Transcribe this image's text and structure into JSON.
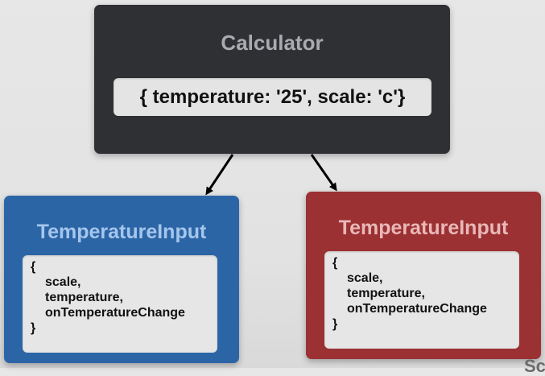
{
  "calculator": {
    "title": "Calculator",
    "state": "{ temperature: '25', scale: 'c'}"
  },
  "temperature_input_left": {
    "title": "TemperatureInput",
    "props_open": "{",
    "props": [
      "scale,",
      "temperature,",
      "onTemperatureChange"
    ],
    "props_close": "}",
    "color": "#2c65a6"
  },
  "temperature_input_right": {
    "title": "TemperatureInput",
    "props_open": "{",
    "props": [
      "scale,",
      "temperature,",
      "onTemperatureChange"
    ],
    "props_close": "}",
    "color": "#9b3133"
  },
  "corner_text": "Sc",
  "colors": {
    "background": "#e4e4e4",
    "calculator_box": "#2f3034",
    "arrow": "#000000"
  }
}
